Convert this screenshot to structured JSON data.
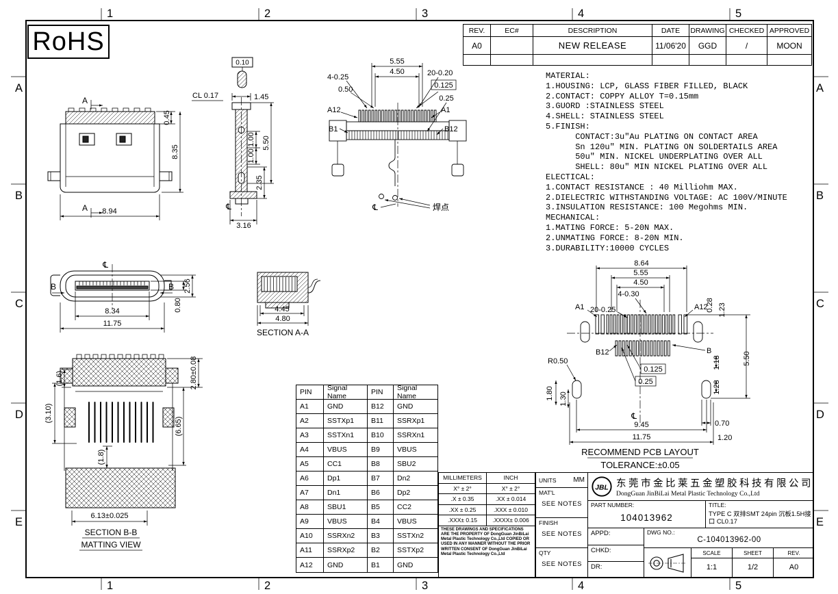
{
  "sheet": {
    "rohs": "RoHS",
    "grid_cols": [
      "1",
      "2",
      "3",
      "4",
      "5"
    ],
    "grid_rows": [
      "A",
      "B",
      "C",
      "D",
      "E"
    ]
  },
  "revision_table": {
    "headers": [
      "REV.",
      "EC#",
      "DESCRIPTION",
      "DATE",
      "DRAWING",
      "CHECKED",
      "APPROVED"
    ],
    "row": [
      "A0",
      "",
      "NEW RELEASE",
      "11/06'20",
      "GGD",
      "/",
      "MOON"
    ]
  },
  "notes": {
    "lines": [
      "MATERIAL:",
      "1.HOUSING: LCP, GLASS FIBER FILLED, BLACK",
      "2.CONTACT: COPPY ALLOY T=0.15mm",
      "3.GUORD :STAINLESS STEEL",
      "4.SHELL: STAINLESS STEEL",
      "5.FINISH:",
      "      CONTACT:3u\"Au PLATING ON CONTACT AREA",
      "      Sn 120u\" MIN. PLATING ON SOLDERTAILS AREA",
      "      50u\" MIN. NICKEL UNDERPLATING OVER ALL",
      "      SHELL: 80u\" MIN NICKEL PLATING OVER ALL",
      "ELECTICAL:",
      "1.CONTACT RESISTANCE : 40 Milliohm MAX.",
      "2.DIELECTRIC WITHSTANDING VOLTAGE: AC 100V/MINUTE",
      "3.INSULATION RESISTANCE: 100 Megohms MIN.",
      "MECHANICAL:",
      "1.MATING FORCE: 5-20N MAX.",
      "2.UNMATING FORCE: 8-20N MIN.",
      "3.DURABILITY:10000 CYCLES"
    ]
  },
  "pin_table": {
    "headers": [
      "PIN",
      "Signal Name",
      "PIN",
      "Signal Name"
    ],
    "rows": [
      [
        "A1",
        "GND",
        "B12",
        "GND"
      ],
      [
        "A2",
        "SSTXp1",
        "B11",
        "SSRXp1"
      ],
      [
        "A3",
        "SSTXn1",
        "B10",
        "SSRXn1"
      ],
      [
        "A4",
        "VBUS",
        "B9",
        "VBUS"
      ],
      [
        "A5",
        "CC1",
        "B8",
        "SBU2"
      ],
      [
        "A6",
        "Dp1",
        "B7",
        "Dn2"
      ],
      [
        "A7",
        "Dn1",
        "B6",
        "Dp2"
      ],
      [
        "A8",
        "SBU1",
        "B5",
        "CC2"
      ],
      [
        "A9",
        "VBUS",
        "B4",
        "VBUS"
      ],
      [
        "A10",
        "SSRXn2",
        "B3",
        "SSTXn2"
      ],
      [
        "A11",
        "SSRXp2",
        "B2",
        "SSTXp2"
      ],
      [
        "A12",
        "GND",
        "B1",
        "GND"
      ]
    ]
  },
  "tolerance_table": {
    "headers": [
      "MILLIMETERS",
      "INCH"
    ],
    "rows": [
      [
        "X° ± 2°",
        "X° ± 2°"
      ],
      [
        ".X ± 0.35",
        ".XX ± 0.014"
      ],
      [
        ".XX ± 0.25",
        ".XXX ± 0.010"
      ],
      [
        ".XXX± 0.15",
        ".XXXX± 0.006"
      ]
    ],
    "copyright": "THESE DRAWINGS AND SPECIFICATIONS ARE THE PROPERTY OF DongGuan JinBiLai Metal Plastic Technology Co.,Ltd COPIED OR USED IN ANY MANNER WITHOUT THE PRIOR WRITTEN CONSENT OF DongGuan JinBiLai Metal Plastic Technology Co.,Ltd"
  },
  "title_block": {
    "units_label": "UNITS",
    "units_value": "MM",
    "matl_label": "MAT'L",
    "matl_value": "SEE NOTES",
    "finish_label": "FINISH",
    "finish_value": "SEE NOTES",
    "qty_label": "QTY",
    "qty_value": "SEE NOTES",
    "logo_text": "JBL",
    "company_cn": "东莞市金比莱五金塑胶科技有限公司",
    "company_en": "DongGuan JinBiLai Metal Plastic Technology Co.,Ltd",
    "part_number_label": "PART NUMBER:",
    "part_number": "104013962",
    "title_label": "TITLE:",
    "title": "TYPE C 双排SMT 24pin 沉板1.5H接口 CL0.17",
    "appd_label": "APPD:",
    "chkd_label": "CHKD:",
    "dr_label": "DR:",
    "dwg_no_label": "DWG NO.:",
    "dwg_no": "C-104013962-00",
    "scale_label": "SCALE",
    "scale_value": "1:1",
    "sheet_label": "SHEET",
    "sheet_value": "1/2",
    "rev_label": "REV.",
    "rev_value": "A0"
  },
  "views": {
    "front": {
      "section_label": "A",
      "cl": "CL 0.17",
      "dim_flange": "0.45",
      "dim_height": "8.35",
      "dim_width": "8.94"
    },
    "side": {
      "dim_tip": "0.10",
      "dim_top": "1.45",
      "dim_h": "5.50",
      "dim_p1": "1.00",
      "dim_p2": "1.00",
      "dim_foot": "2.35",
      "dim_w": "3.16",
      "centerline": "℄"
    },
    "top": {
      "dim_w1": "5.55",
      "dim_w2": "4.50",
      "dim_pins4": "4-0.25",
      "dim_pitch": "0.50",
      "dim_pins20": "20-0.20",
      "dim_tol1": "0.125",
      "dim_tol2": "0.25",
      "lbl_a12": "A12",
      "lbl_a1": "A1",
      "lbl_b1": "B1",
      "lbl_b12": "B12",
      "lbl_solder": "焊点",
      "centerline": "℄"
    },
    "mating": {
      "section_label": "B",
      "dim_h1": "2.56",
      "dim_h2": "0.80",
      "dim_w1": "8.34",
      "dim_w2": "11.75",
      "centerline": "℄"
    },
    "section_aa": {
      "title": "SECTION A-A",
      "dim_w1": "4.45",
      "dim_w2": "4.80"
    },
    "section_bb": {
      "title": "SECTION B-B",
      "subtitle": "MATTING VIEW",
      "dim_h": "2.80±0.08",
      "dim_r1": "(1.6)",
      "dim_r2": "(3.10)",
      "dim_r3": "(6.65)",
      "dim_r4": "(1.8)",
      "dim_w": "6.13±0.025"
    },
    "pcb": {
      "title": "RECOMMEND PCB LAYOUT",
      "tolerance": "TOLERANCE:±0.05",
      "dim_w_top": "8.64",
      "dim_w2": "5.55",
      "dim_w3": "4.50",
      "dim_pads4": "4-0.30",
      "dim_pads20": "20-0.25",
      "lbl_a1": "A1",
      "lbl_a12": "A12",
      "lbl_b12": "B12",
      "lbl_b": "B",
      "dim_r": "R0.50",
      "dim_tol1": "0.125",
      "dim_tol2": "0.25",
      "dim_v1": "0.28",
      "dim_v2": "1.23",
      "dim_v3": "1.13",
      "dim_v4": "1.23",
      "dim_v5": "5.50",
      "dim_l1": "1.80",
      "dim_l2": "1.30",
      "dim_r1": "0.70",
      "dim_r2": "1.20",
      "dim_w4": "9.45",
      "dim_w5": "11.75",
      "centerline": "℄"
    }
  }
}
